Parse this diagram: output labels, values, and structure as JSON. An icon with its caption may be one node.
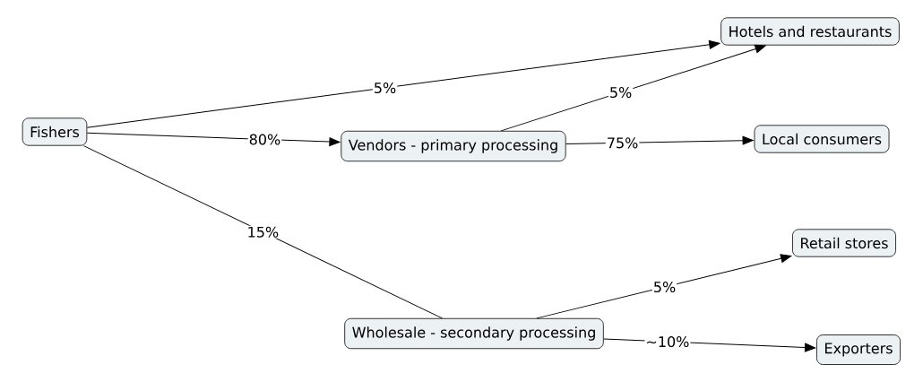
{
  "diagram": {
    "nodes": [
      {
        "text": [
          "Fishers"
        ]
      },
      {
        "text": [
          "Vendors - primary processing"
        ]
      },
      {
        "text": [
          "Hotels and restaurants"
        ]
      },
      {
        "text": [
          "Local consumers"
        ]
      },
      {
        "text": [
          "Retail stores"
        ]
      },
      {
        "text": [
          "Wholesale - secondary processing"
        ]
      },
      {
        "text": [
          "Exporters"
        ]
      }
    ],
    "edges": [
      {
        "from": 0,
        "to": 2,
        "arrow": "to",
        "label": "5%"
      },
      {
        "from": 0,
        "to": 1,
        "arrow": "to",
        "label": "80%"
      },
      {
        "from": 1,
        "to": 2,
        "arrow": "to",
        "label": "5%"
      },
      {
        "from": 1,
        "to": 3,
        "arrow": "to",
        "label": "75%"
      },
      {
        "from": 0,
        "to": 5,
        "arrow": "none",
        "label": "15%"
      },
      {
        "from": 5,
        "to": 4,
        "arrow": "to",
        "label": "5%"
      },
      {
        "from": 5,
        "to": 6,
        "arrow": "to",
        "label": "~10%"
      }
    ]
  }
}
